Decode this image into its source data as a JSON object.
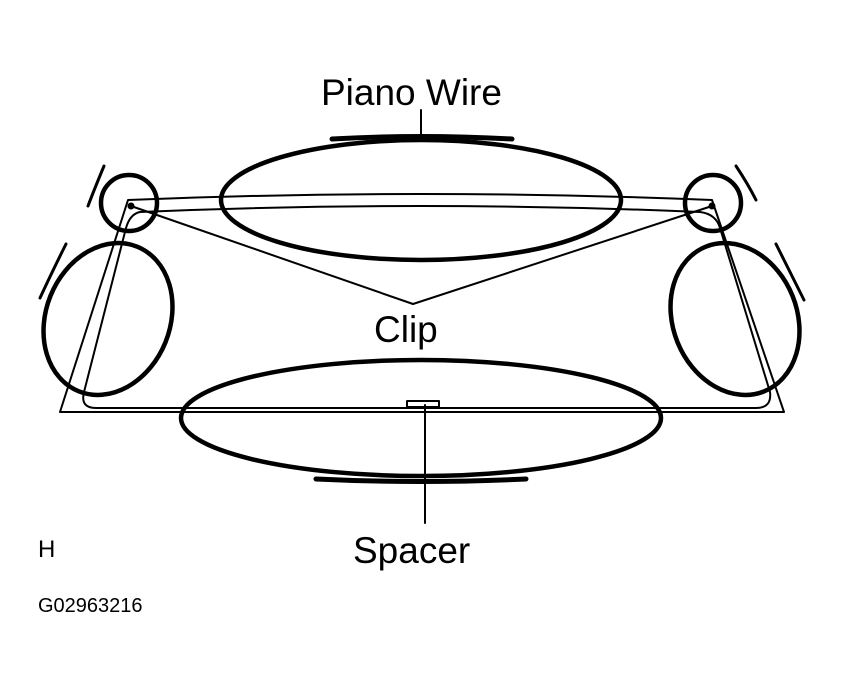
{
  "labels": {
    "piano_wire": "Piano Wire",
    "clip": "Clip",
    "spacer": "Spacer",
    "view_letter": "H",
    "figure_code": "G02963216"
  },
  "colors": {
    "ink": "#000000",
    "background": "#ffffff"
  }
}
